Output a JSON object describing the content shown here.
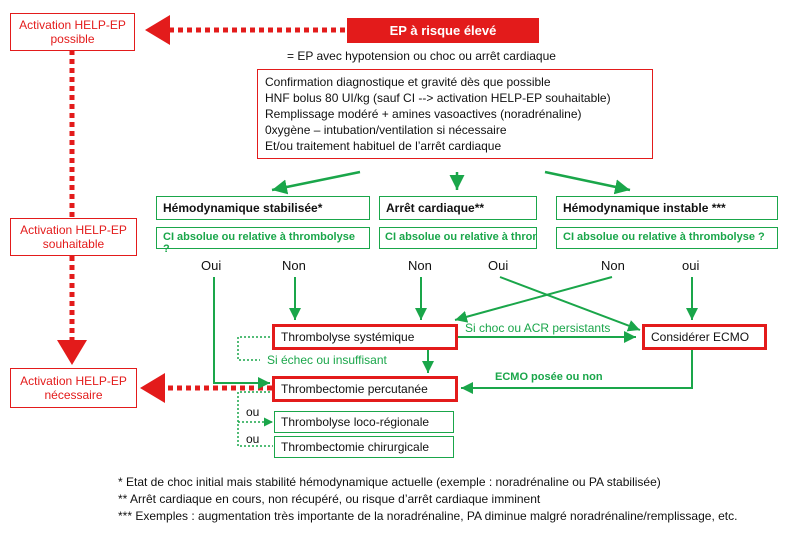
{
  "activation": {
    "possible": "Activation HELP-EP possible",
    "souhaitable": "Activation HELP-EP souhaitable",
    "necessaire": "Activation HELP-EP nécessaire"
  },
  "header": {
    "ep_title": "EP à risque élevé",
    "definition": "= EP avec hypotension ou choc ou arrêt cardiaque"
  },
  "confirmation_lines": [
    "Confirmation diagnostique et gravité dès que possible",
    "HNF bolus 80 UI/kg  (sauf CI --> activation HELP-EP souhaitable)",
    "Remplissage modéré + amines vasoactives (noradrénaline)",
    "0xygène – intubation/ventilation si nécessaire",
    "Et/ou traitement habituel de l’arrêt cardiaque"
  ],
  "branches": [
    {
      "title": "Hémodynamique stabilisée*",
      "question": "CI absolue ou relative à thrombolyse ?"
    },
    {
      "title": "Arrêt cardiaque**",
      "question": "CI absolue ou relative à thrombolyse ?"
    },
    {
      "title": "Hémodynamique instable ***",
      "question": "CI absolue ou relative à thrombolyse ?"
    }
  ],
  "answers": {
    "b1_oui": "Oui",
    "b1_non": "Non",
    "b2_non": "Non",
    "b2_oui": "Oui",
    "b3_non": "Non",
    "b3_oui": "oui"
  },
  "treatments": {
    "thrombolyse_systemique": "Thrombolyse systémique",
    "considerer_ecmo": "Considérer ECMO",
    "thrombectomie_percutanee": "Thrombectomie percutanée",
    "thrombolyse_loco": "Thrombolyse loco-régionale",
    "thrombectomie_chir": "Thrombectomie chirurgicale"
  },
  "edge_labels": {
    "si_choc": "Si choc ou ACR persistants",
    "si_echec": "Si échec ou insuffisant",
    "ecmo_posee": "ECMO posée ou non",
    "ou1": "ou",
    "ou2": "ou"
  },
  "footnotes": [
    "* Etat de choc initial mais stabilité hémodynamique actuelle (exemple : noradrénaline ou PA stabilisée)",
    "** Arrêt cardiaque en cours, non récupéré, ou risque d’arrêt cardiaque imminent",
    "*** Exemples : augmentation très importante de la noradrénaline, PA diminue malgré noradrénaline/remplissage, etc."
  ],
  "colors": {
    "red": "#e31b1b",
    "green": "#1aa64a"
  }
}
